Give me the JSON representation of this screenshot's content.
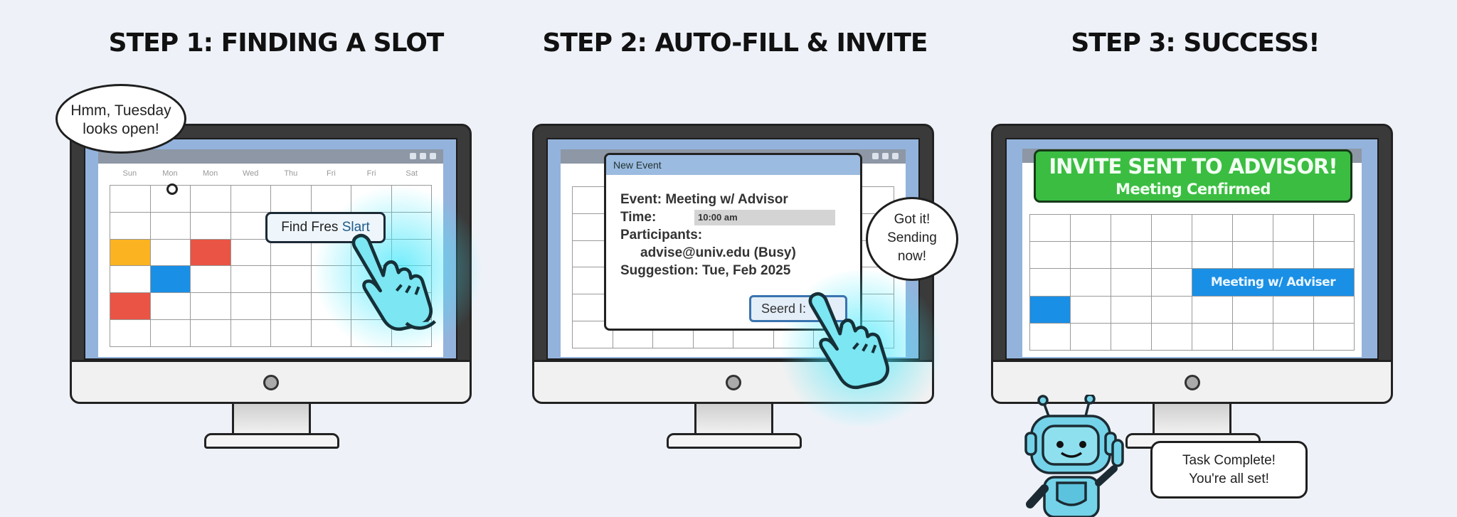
{
  "steps": [
    {
      "title": "STEP 1: FINDING A SLOT",
      "bubble": [
        "Hmm, Tuesday",
        "looks open!"
      ],
      "days": [
        "Sun",
        "Mon",
        "Mon",
        "Wed",
        "Thu",
        "Fri",
        "Fri",
        "Sat"
      ],
      "button": "Find Fres",
      "button_accent": "Slart"
    },
    {
      "title": "STEP 2: AUTO-FILL & INVITE",
      "dialog": {
        "title": "New Event",
        "event": "Event: Meeting w/ Advisor",
        "time_label": "Time:",
        "time_value": "10:00 am",
        "participants_label": "Participants:",
        "participant": "advise@univ.edu (Busy)",
        "suggestion": "Suggestion: Tue, Feb 2025",
        "send": "Seerd I:"
      },
      "bubble": [
        "Got it!",
        "Sending",
        "now!"
      ]
    },
    {
      "title": "STEP 3: SUCCESS!",
      "banner": {
        "headline": "INVITE SENT TO ADVISOR!",
        "sub": "Meeting Cenfirmed"
      },
      "event": "Meeting w/ Adviser",
      "bubble": [
        "Task Complete!",
        "You're all set!"
      ]
    }
  ],
  "colors": {
    "orange": "#fbb321",
    "red": "#ea5444",
    "blue": "#1a8fe6",
    "green": "#3bbd42",
    "glow": "#5ce8f6"
  }
}
